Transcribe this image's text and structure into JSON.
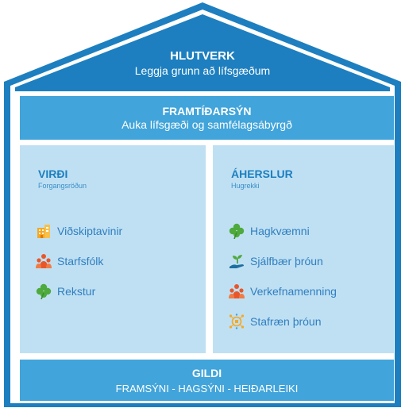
{
  "colors": {
    "frame": "#1d7fbf",
    "band": "#41a4da",
    "panel": "#bfe0f3",
    "heading": "#1d7fbf",
    "item_text": "#2f7ec0"
  },
  "roof": {
    "title": "HLUTVERK",
    "subtitle": "Leggja grunn að lífsgæðum"
  },
  "vision": {
    "title": "FRAMTÍÐARSÝN",
    "subtitle": "Auka lífsgæði og samfélagsábyrgð"
  },
  "left_panel": {
    "title": "VIRÐI",
    "subtitle": "Forgangsröðun",
    "items": [
      {
        "label": "Viðskiptavinir",
        "icon": "building-icon"
      },
      {
        "label": "Starfsfólk",
        "icon": "people-group-icon"
      },
      {
        "label": "Rekstur",
        "icon": "clover-icon"
      }
    ]
  },
  "right_panel": {
    "title": "ÁHERSLUR",
    "subtitle": "Hugrekki",
    "items": [
      {
        "label": "Hagkvæmni",
        "icon": "clover-icon"
      },
      {
        "label": "Sjálfbær þróun",
        "icon": "plant-hand-icon"
      },
      {
        "label": "Verkefnamenning",
        "icon": "people-group-icon"
      },
      {
        "label": "Stafræn þróun",
        "icon": "digital-network-icon"
      }
    ]
  },
  "values": {
    "title": "GILDI",
    "subtitle": "FRAMSÝNI - HAGSÝNI - HEIÐARLEIKI"
  }
}
